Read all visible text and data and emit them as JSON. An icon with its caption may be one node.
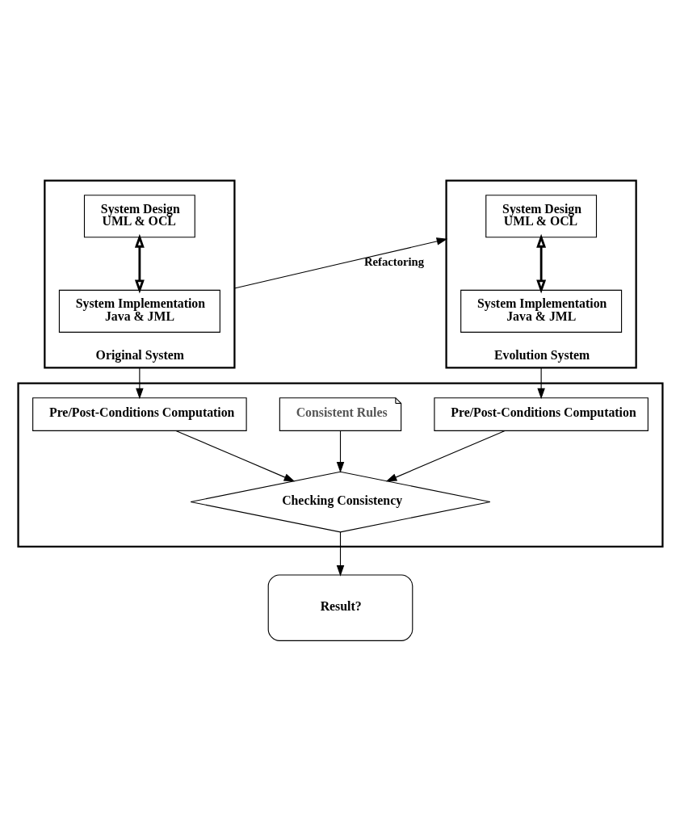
{
  "diagram": {
    "nodes": [
      {
        "text": [
          "Original System"
        ]
      },
      {
        "text": [
          "System Design",
          "UML & OCL"
        ],
        "in": 0
      },
      {
        "text": [
          "System Implementation",
          "Java & JML"
        ],
        "in": 0
      },
      {
        "text": [
          "Evolution System"
        ]
      },
      {
        "text": [
          "System Design",
          "UML & OCL"
        ],
        "in": 3
      },
      {
        "text": [
          "System Implementation",
          "Java & JML"
        ],
        "in": 3
      },
      {
        "text": [],
        "shape": "box"
      },
      {
        "text": [
          "Pre/Post-Conditions Computation"
        ],
        "in": 6
      },
      {
        "text": [
          "Consistent Rules"
        ],
        "in": 6
      },
      {
        "text": [
          "Pre/Post-Conditions Computation"
        ],
        "in": 6
      },
      {
        "text": [
          "Checking Consistency"
        ],
        "in": 6
      },
      {
        "text": [
          "Result?"
        ]
      }
    ],
    "edges": [
      {
        "from": 1,
        "to": 2,
        "arrow": "both",
        "style": "thick"
      },
      {
        "from": 0,
        "to": 3,
        "arrow": "to",
        "label": "Refactoring"
      },
      {
        "from": 4,
        "to": 5,
        "arrow": "both",
        "style": "thick"
      },
      {
        "from": 0,
        "to": 7,
        "arrow": "to"
      },
      {
        "from": 3,
        "to": 9,
        "arrow": "to"
      },
      {
        "from": 7,
        "to": 10,
        "arrow": "to"
      },
      {
        "from": 8,
        "to": 10,
        "arrow": "to"
      },
      {
        "from": 9,
        "to": 10,
        "arrow": "to"
      },
      {
        "from": 10,
        "to": 11,
        "arrow": "to"
      }
    ]
  }
}
